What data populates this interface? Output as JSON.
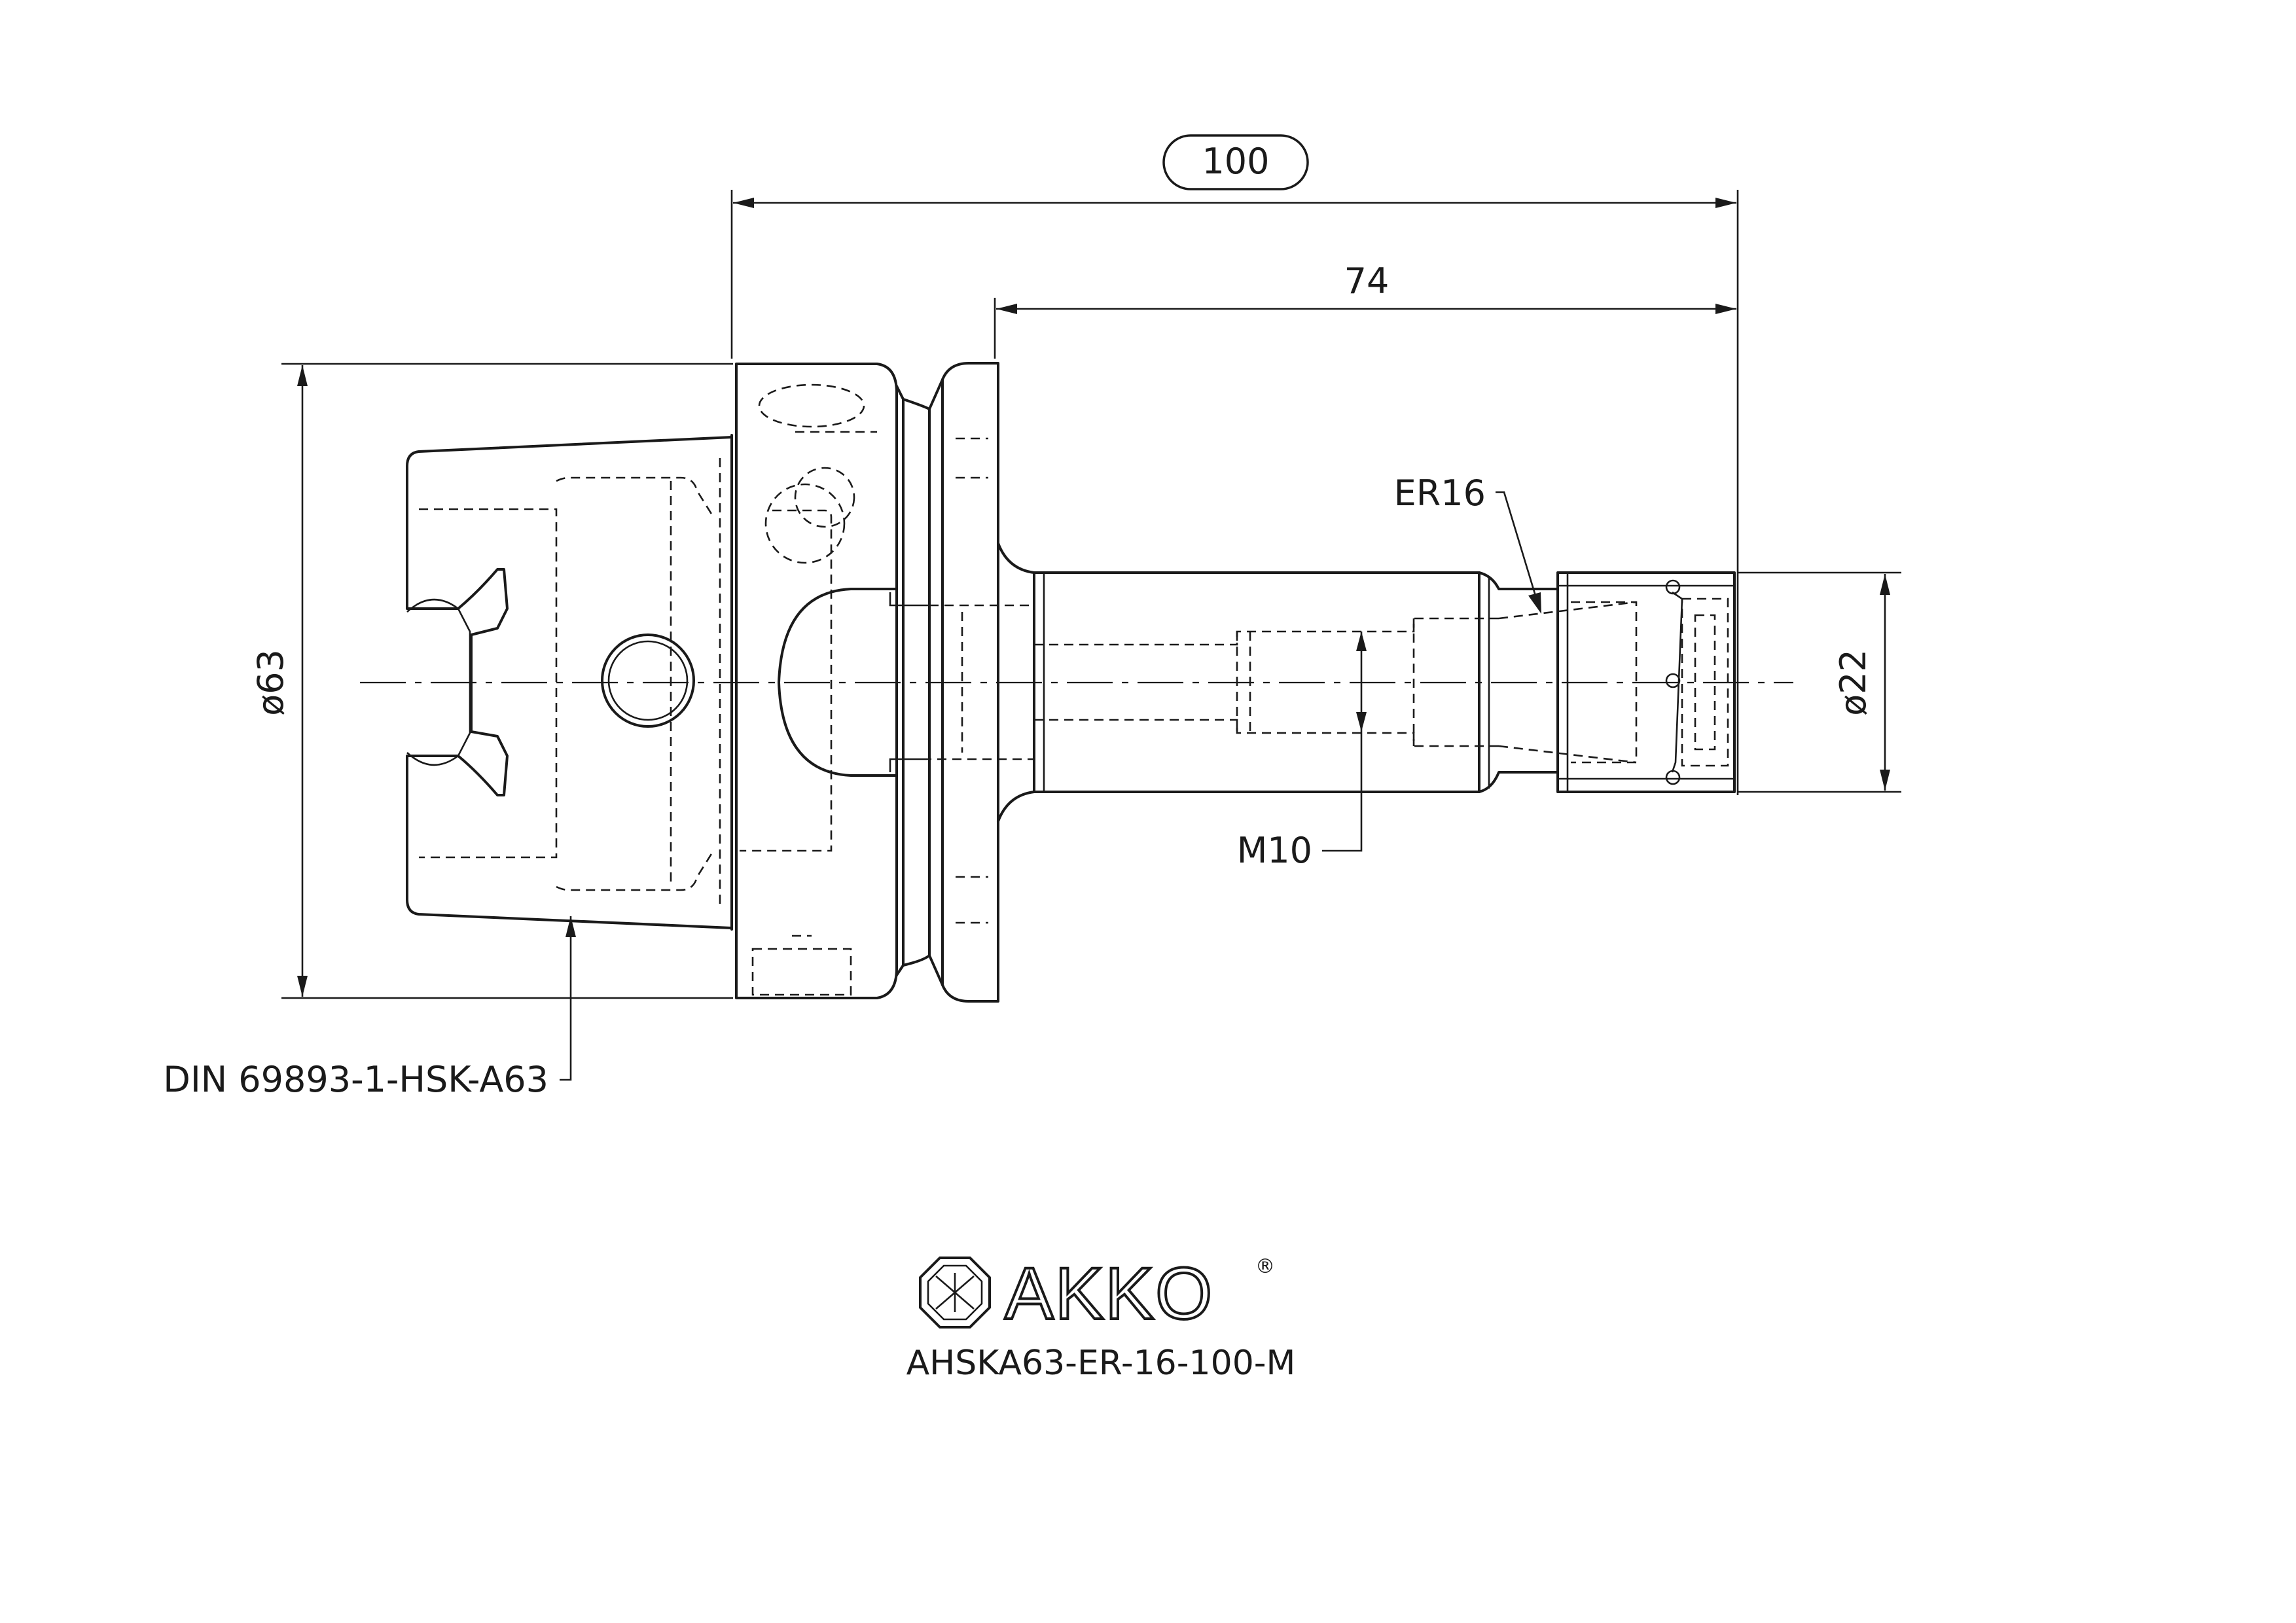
{
  "dimensions": {
    "overall_length": "100",
    "extension_length": "74",
    "flange_diameter": "ø63",
    "nose_diameter": "ø22"
  },
  "callouts": {
    "collet": "ER16",
    "thread": "M10",
    "taper_standard": "DIN 69893-1-HSK-A63"
  },
  "brand": {
    "name": "AKKO",
    "registered_mark": "®"
  },
  "part_number": "AHSKA63-ER-16-100-M"
}
